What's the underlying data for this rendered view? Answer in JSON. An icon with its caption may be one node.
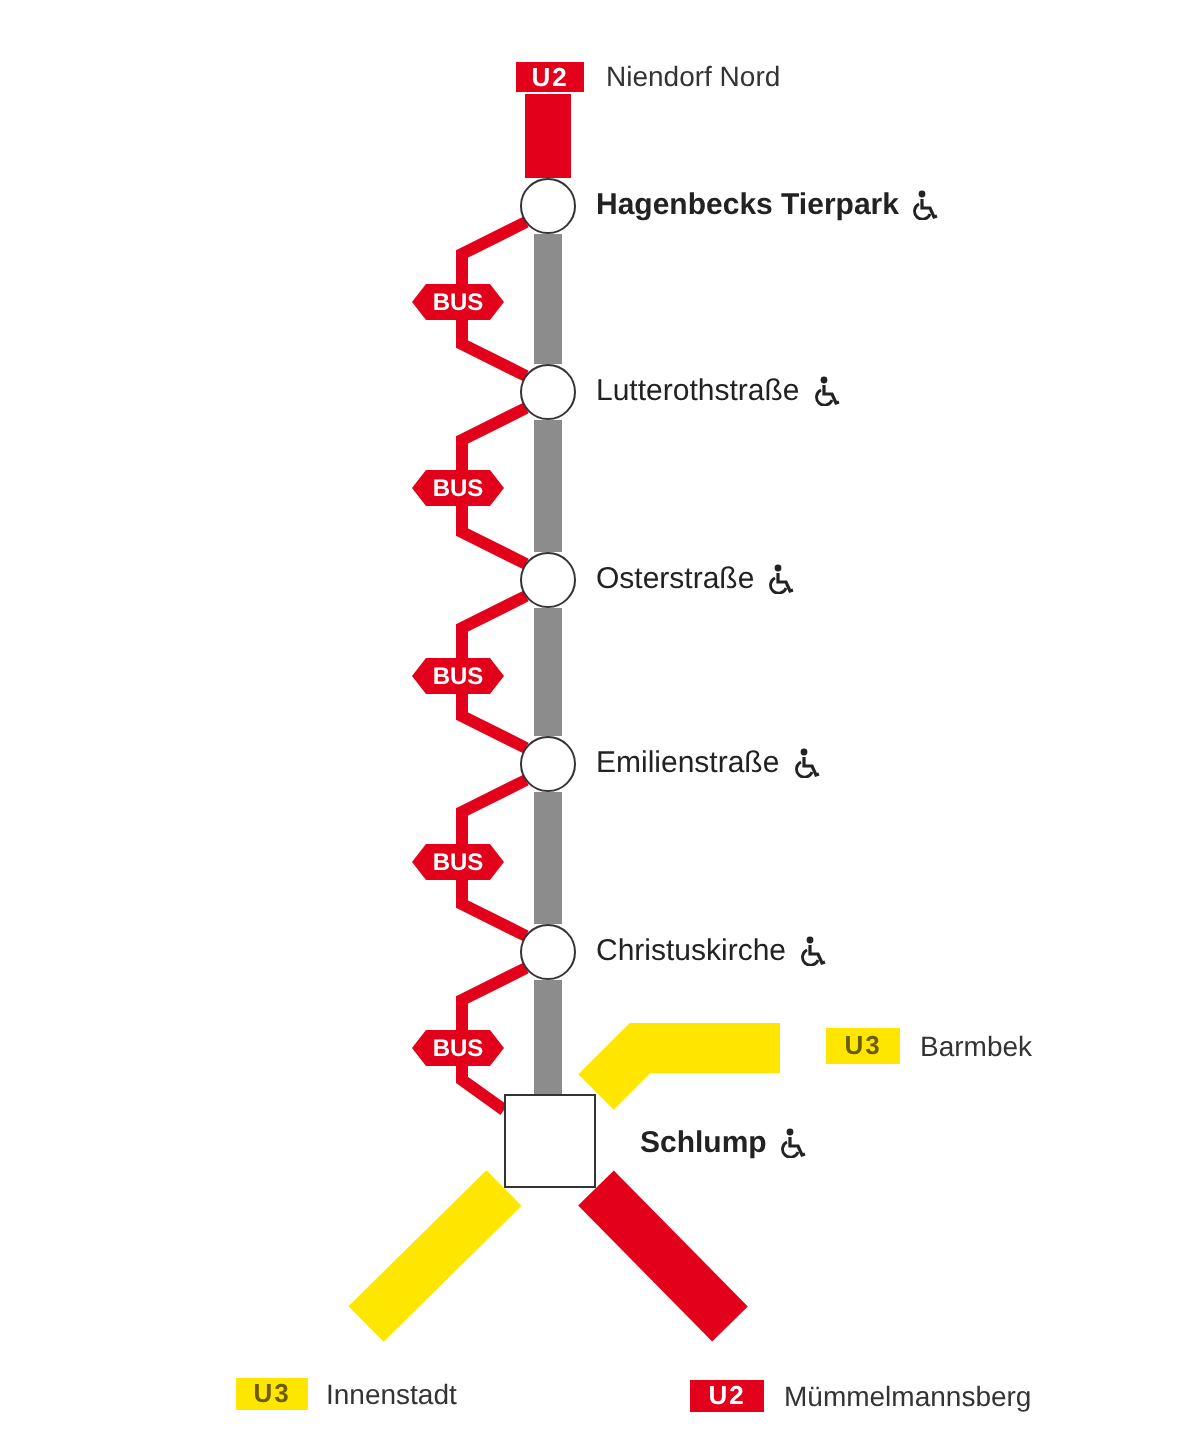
{
  "diagram": {
    "nodes": [
      {
        "text": [
          "U2"
        ],
        "beside": [
          "Niendorf Nord"
        ]
      },
      {
        "text": [],
        "shape": "circle",
        "beside": [
          "Hagenbecks Tierpark"
        ]
      },
      {
        "text": [],
        "shape": "circle",
        "beside": [
          "Lutterothstraße"
        ]
      },
      {
        "text": [],
        "shape": "circle",
        "beside": [
          "Osterstraße"
        ]
      },
      {
        "text": [],
        "shape": "circle",
        "beside": [
          "Emilienstraße"
        ]
      },
      {
        "text": [],
        "shape": "circle",
        "beside": [
          "Christuskirche"
        ]
      },
      {
        "text": [],
        "shape": "box",
        "beside": [
          "Schlump"
        ]
      },
      {
        "text": [
          "BUS"
        ]
      },
      {
        "text": [
          "BUS"
        ]
      },
      {
        "text": [
          "BUS"
        ]
      },
      {
        "text": [
          "BUS"
        ]
      },
      {
        "text": [
          "BUS"
        ]
      },
      {
        "text": [
          "U3"
        ],
        "beside": [
          "Barmbek"
        ]
      },
      {
        "text": [
          "U3"
        ],
        "beside": [
          "Innenstadt"
        ]
      },
      {
        "text": [
          "U2"
        ],
        "beside": [
          "Mümmelmannsberg"
        ]
      }
    ],
    "edges": [
      {
        "from": 0,
        "to": 1,
        "arrow": "none",
        "style": "thick"
      },
      {
        "from": 1,
        "to": 2,
        "arrow": "none",
        "style": "thick",
        "color": "#8c8c8c"
      },
      {
        "from": 2,
        "to": 3,
        "arrow": "none",
        "style": "thick",
        "color": "#8c8c8c"
      },
      {
        "from": 3,
        "to": 4,
        "arrow": "none",
        "style": "thick",
        "color": "#8c8c8c"
      },
      {
        "from": 4,
        "to": 5,
        "arrow": "none",
        "style": "thick",
        "color": "#8c8c8c"
      },
      {
        "from": 5,
        "to": 6,
        "arrow": "none",
        "style": "thick",
        "color": "#8c8c8c"
      },
      {
        "from": 1,
        "to": 7,
        "arrow": "none"
      },
      {
        "from": 7,
        "to": 2,
        "arrow": "none"
      },
      {
        "from": 2,
        "to": 8,
        "arrow": "none"
      },
      {
        "from": 8,
        "to": 3,
        "arrow": "none"
      },
      {
        "from": 3,
        "to": 9,
        "arrow": "none"
      },
      {
        "from": 9,
        "to": 4,
        "arrow": "none"
      },
      {
        "from": 4,
        "to": 10,
        "arrow": "none"
      },
      {
        "from": 10,
        "to": 5,
        "arrow": "none"
      },
      {
        "from": 5,
        "to": 11,
        "arrow": "none"
      },
      {
        "from": 11,
        "to": 6,
        "arrow": "none"
      },
      {
        "from": null,
        "to": 6,
        "arrow": "none",
        "style": "thick",
        "color": "#ffe600"
      },
      {
        "from": 6,
        "to": null,
        "arrow": "none",
        "style": "thick",
        "color": "#ffe600"
      },
      {
        "from": 6,
        "to": null,
        "arrow": "none",
        "style": "thick"
      }
    ]
  }
}
